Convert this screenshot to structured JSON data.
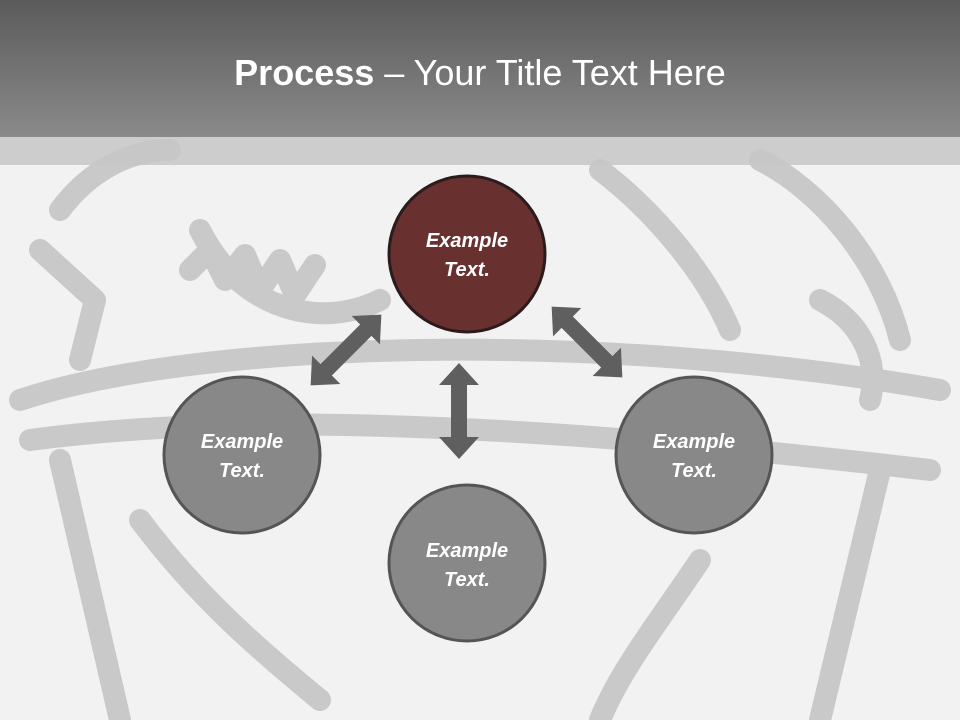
{
  "title": {
    "bold": "Process",
    "separator": " – ",
    "rest": "Your Title Text Here"
  },
  "nodes": [
    {
      "id": "top",
      "line1": "Example",
      "line2": "Text.",
      "fill": "#68302f"
    },
    {
      "id": "left",
      "line1": "Example",
      "line2": "Text.",
      "fill": "#888888"
    },
    {
      "id": "bottom",
      "line1": "Example",
      "line2": "Text.",
      "fill": "#888888"
    },
    {
      "id": "right",
      "line1": "Example",
      "line2": "Text.",
      "fill": "#888888"
    }
  ],
  "colors": {
    "header": "#6e6e6e",
    "accent": "#68302f",
    "node": "#888888",
    "node_border": "#555555",
    "arrow": "#5f5f5f",
    "background": "#f2f2f2"
  }
}
